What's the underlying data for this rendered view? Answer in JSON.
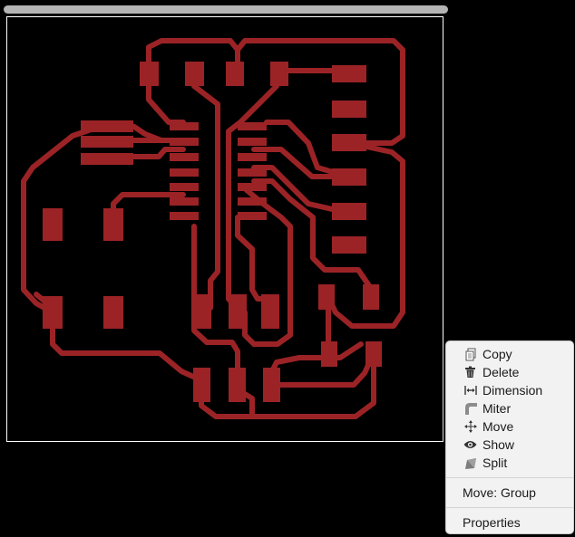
{
  "colors": {
    "trace": "#9b2326",
    "canvas": "#000000",
    "board_outline": "#ffffff",
    "scrollbar": "#b4b4b4",
    "menu_bg": "#f2f2f2"
  },
  "context_menu": {
    "items": [
      {
        "label": "Copy",
        "icon": "copy-icon"
      },
      {
        "label": "Delete",
        "icon": "trash-icon"
      },
      {
        "label": "Dimension",
        "icon": "dimension-icon"
      },
      {
        "label": "Miter",
        "icon": "miter-icon"
      },
      {
        "label": "Move",
        "icon": "move-icon"
      },
      {
        "label": "Show",
        "icon": "eye-icon"
      },
      {
        "label": "Split",
        "icon": "split-icon"
      }
    ],
    "group_move": "Move: Group",
    "properties": "Properties"
  }
}
